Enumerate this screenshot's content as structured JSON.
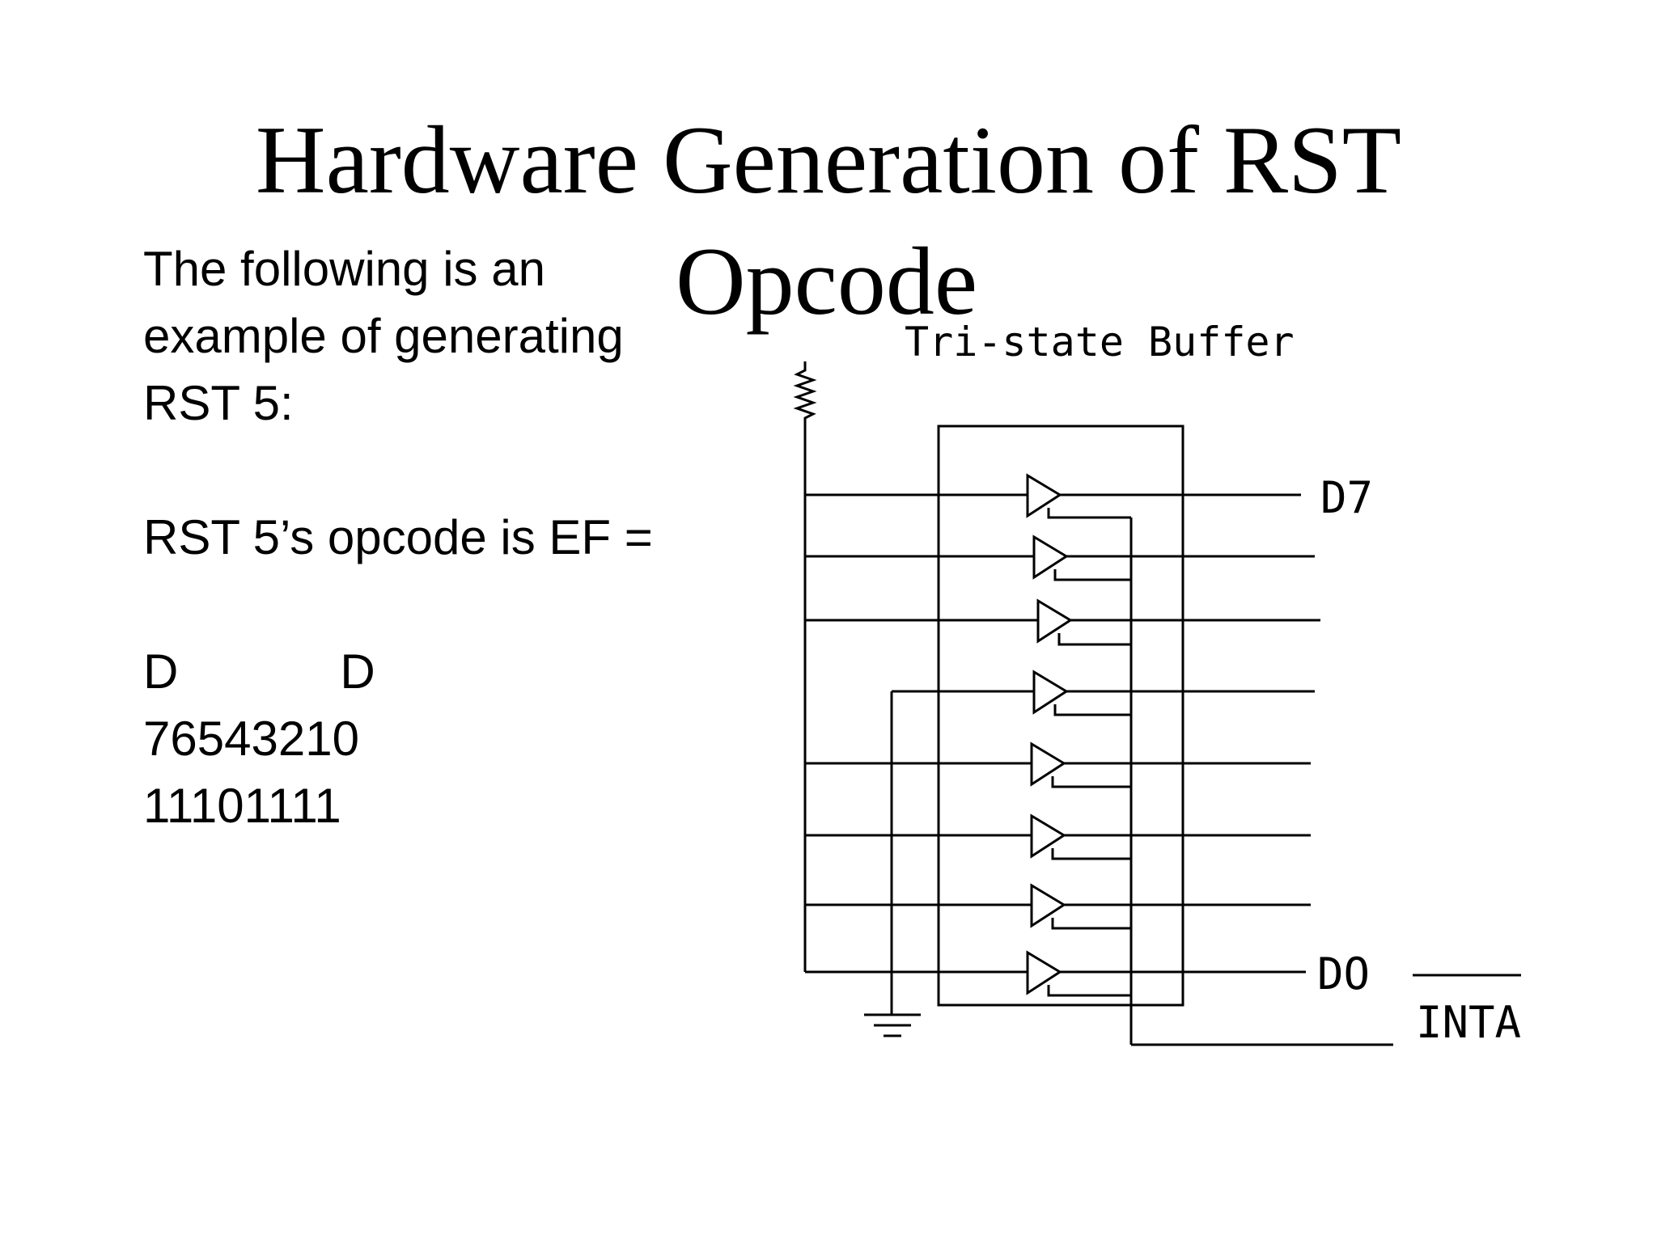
{
  "slide": {
    "title_line1": "Hardware Generation of RST",
    "title_line2": "Opcode",
    "body_lines": [
      "The following is an",
      "example of generating",
      "RST 5:",
      "",
      "RST 5’s opcode is EF =",
      "",
      "D            D",
      "76543210",
      "11101111"
    ]
  },
  "diagram": {
    "buffer_label": "Tri-state Buffer",
    "d7_label": "D7",
    "d0_label": "DO",
    "inta_label": "INTA"
  }
}
